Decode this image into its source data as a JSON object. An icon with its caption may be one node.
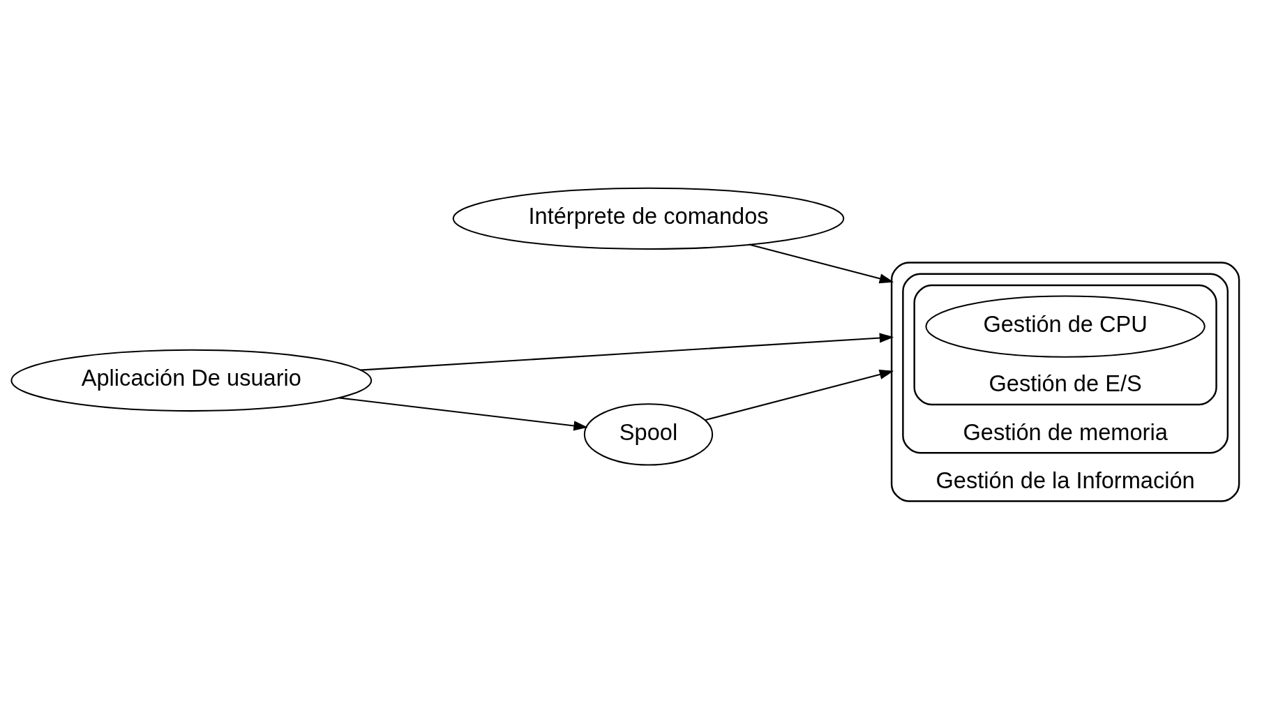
{
  "diagram": {
    "nodes": [
      {
        "text": [
          "Gestión de la Información"
        ]
      },
      {
        "text": [
          "Gestión de memoria"
        ],
        "in": 0
      },
      {
        "text": [
          "Gestión de E/S"
        ],
        "in": 1
      },
      {
        "text": [
          "Gestión de CPU"
        ],
        "in": 2
      },
      {
        "text": [
          "Intérprete de comandos"
        ]
      },
      {
        "text": [
          "Spool"
        ]
      },
      {
        "text": [
          "Aplicación De usuario"
        ]
      }
    ],
    "edges": [
      {
        "from": 4,
        "to": 0,
        "arrow": "to"
      },
      {
        "from": 5,
        "to": 0,
        "arrow": "to"
      },
      {
        "from": 6,
        "to": 0,
        "arrow": "to"
      },
      {
        "from": 6,
        "to": 5,
        "arrow": "to"
      }
    ]
  }
}
